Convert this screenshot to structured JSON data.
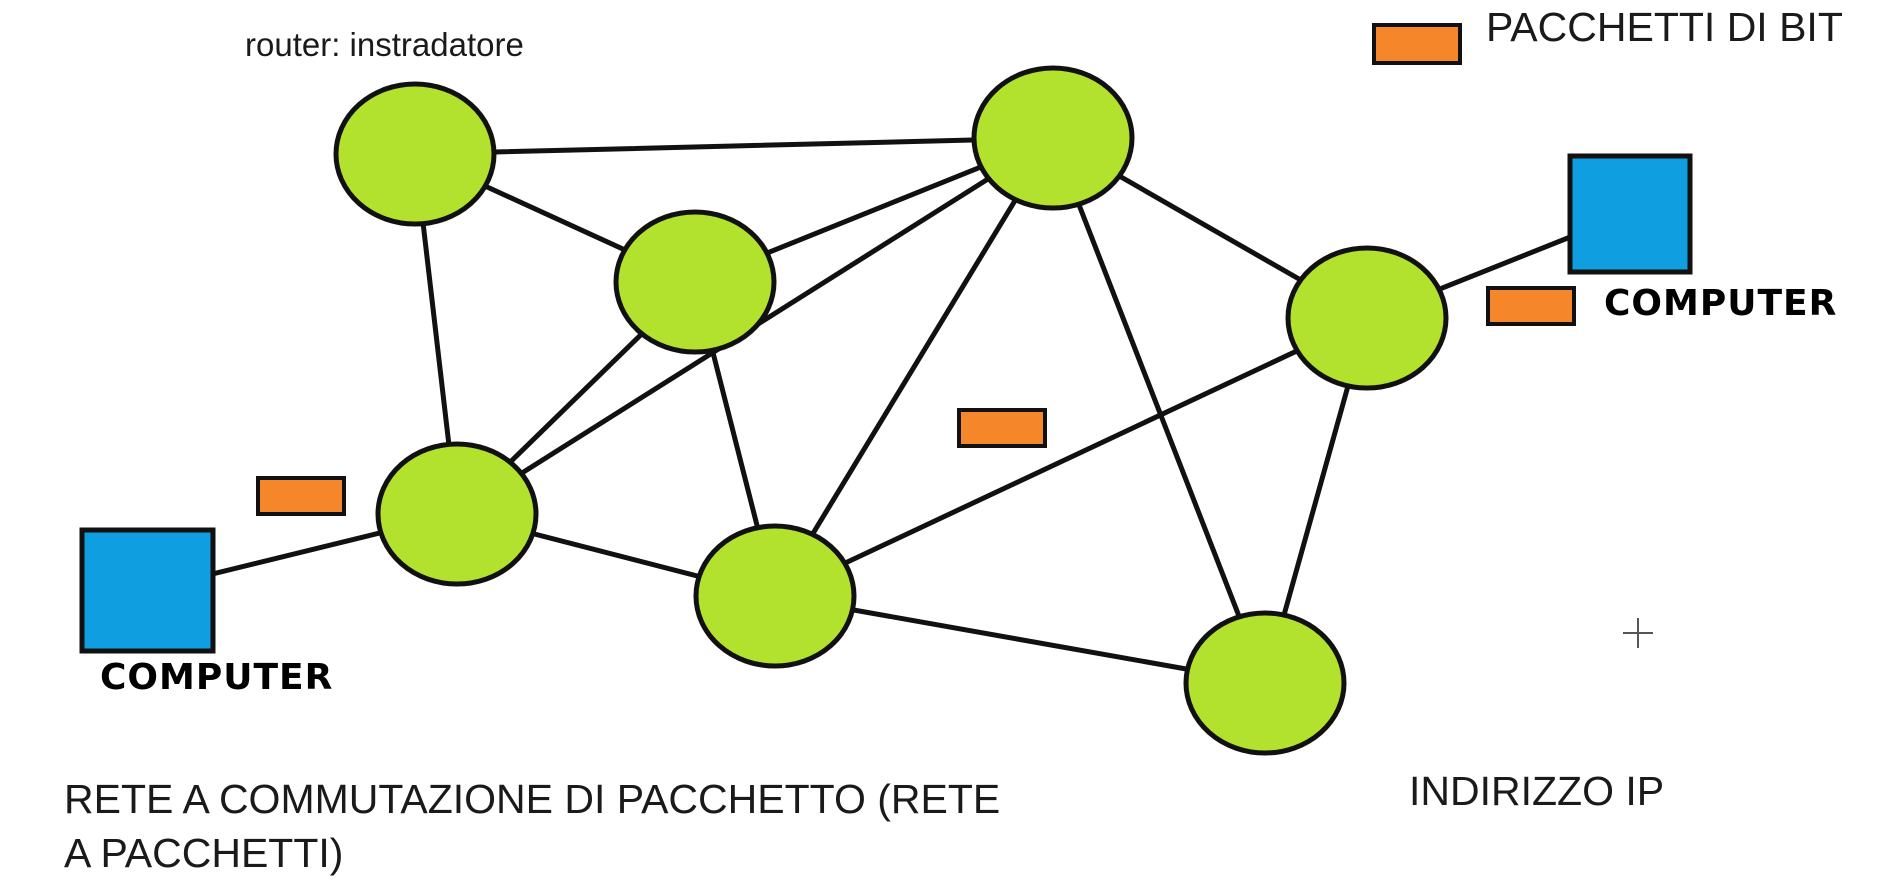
{
  "labels": {
    "router": "router: instradatore",
    "legend": "PACCHETTI DI BIT",
    "computer_left": "COMPUTER",
    "computer_right": "COMPUTER",
    "caption_line1": "RETE A COMMUTAZIONE DI PACCHETTO (RETE",
    "caption_line2": "A PACCHETTI)",
    "ip": "INDIRIZZO IP"
  },
  "colors": {
    "router_fill": "#b3e22e",
    "computer_fill": "#0f9ee0",
    "packet_fill": "#f5862a",
    "stroke": "#111111"
  },
  "icons": {
    "cursor": "crosshair-cursor-icon"
  }
}
